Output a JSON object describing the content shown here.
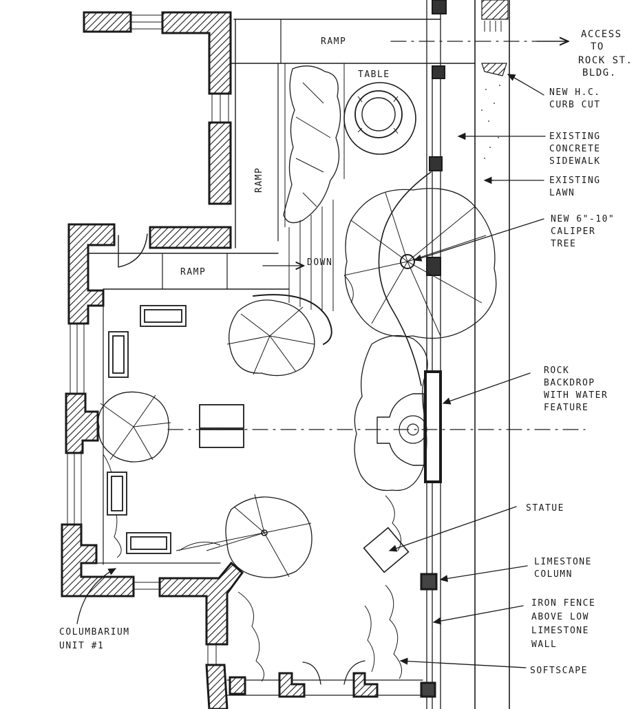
{
  "labels": {
    "ramp_top": "RAMP",
    "ramp_vertical": "RAMP",
    "ramp_lower": "RAMP",
    "table": "TABLE",
    "down": "DOWN"
  },
  "annotations": {
    "access_1": "ACCESS",
    "access_2": "TO",
    "access_3": "ROCK ST.",
    "access_4": "BLDG.",
    "curb_1": "NEW H.C.",
    "curb_2": "CURB CUT",
    "sidewalk_1": "EXISTING",
    "sidewalk_2": "CONCRETE",
    "sidewalk_3": "SIDEWALK",
    "lawn_1": "EXISTING",
    "lawn_2": "LAWN",
    "tree_1": "NEW 6\"-10\"",
    "tree_2": "CALIPER",
    "tree_3": "TREE",
    "rock_1": "ROCK",
    "rock_2": "BACKDROP",
    "rock_3": "WITH WATER",
    "rock_4": "FEATURE",
    "statue": "STATUE",
    "column_1": "LIMESTONE",
    "column_2": "COLUMN",
    "fence_1": "IRON FENCE",
    "fence_2": "ABOVE LOW",
    "fence_3": "LIMESTONE",
    "fence_4": "WALL",
    "softscape": "SOFTSCAPE",
    "columbarium_1": "COLUMBARIUM",
    "columbarium_2": "UNIT #1"
  }
}
